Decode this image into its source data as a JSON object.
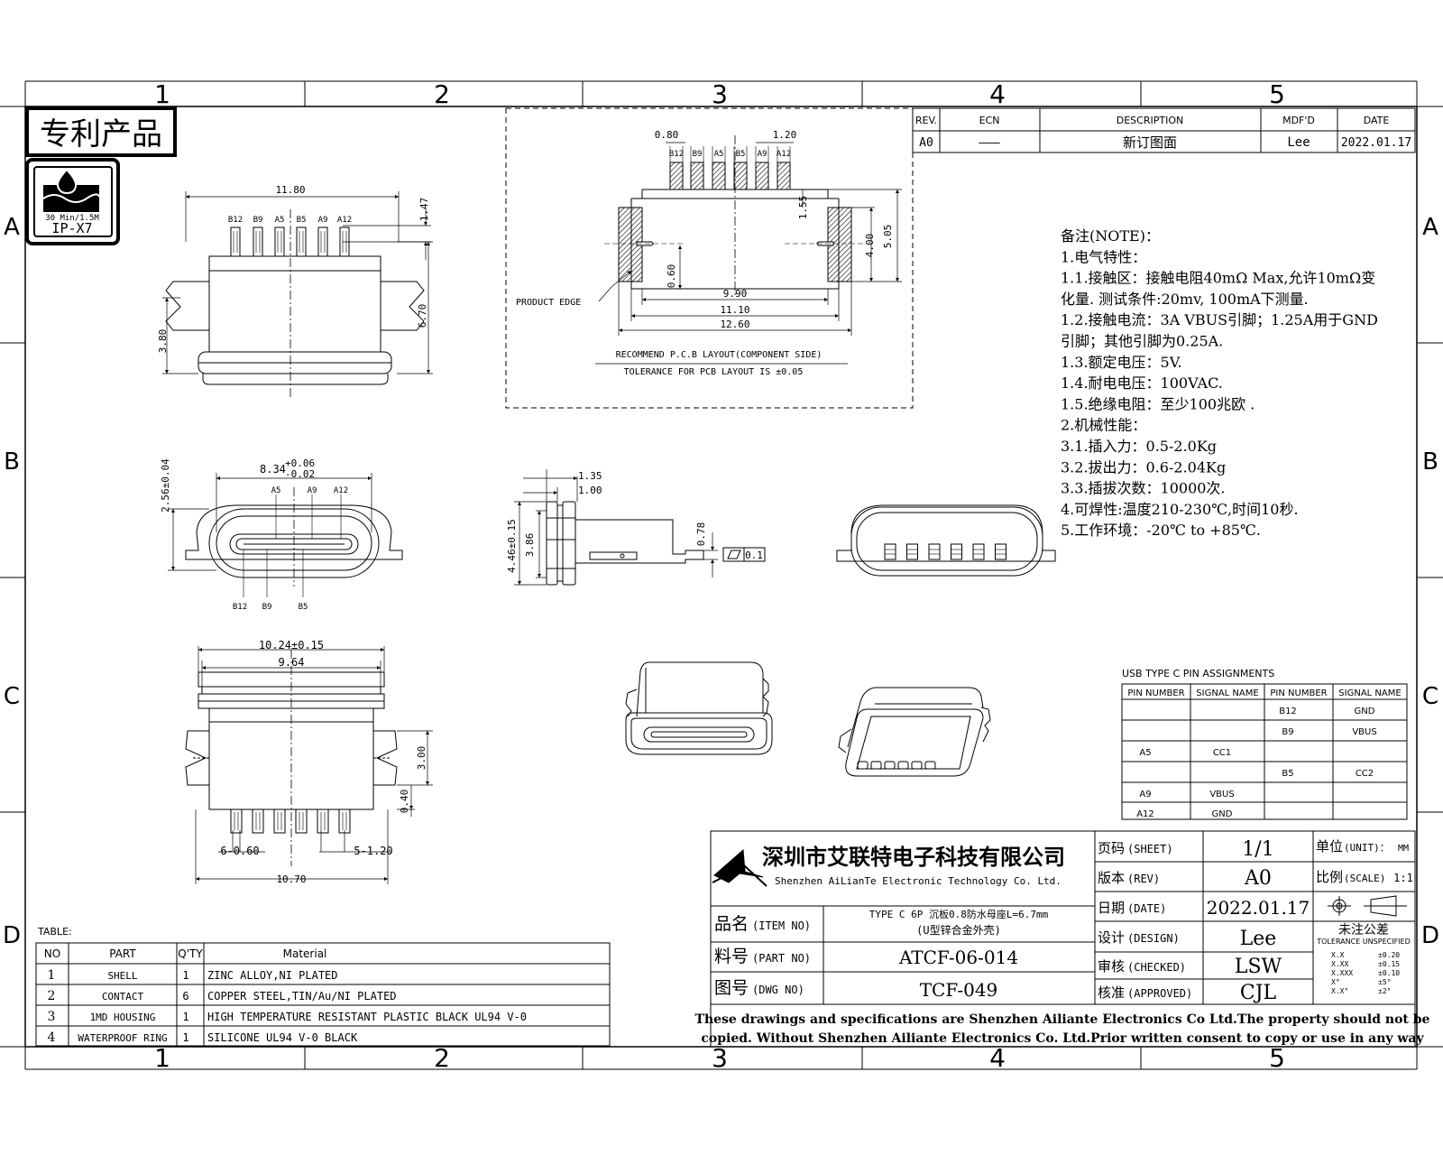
{
  "zones": {
    "cols": [
      "1",
      "2",
      "3",
      "4",
      "5"
    ],
    "rows": [
      "A",
      "B",
      "C",
      "D"
    ]
  },
  "patent_label": "专利产品",
  "ip_badge": {
    "depth": "30 Min/1.5M",
    "rating": "IP-X7"
  },
  "revision_table": {
    "headers": [
      "REV.",
      "ECN",
      "DESCRIPTION",
      "MDF'D",
      "DATE"
    ],
    "row": [
      "A0",
      "———",
      "新订图面",
      "Lee",
      "2022.01.17"
    ]
  },
  "top_view": {
    "dim_width": "11.80",
    "dim_pin_len": "1.47",
    "dim_body": "6.70",
    "dim_lock": "3.80",
    "pins": [
      "B12",
      "B9",
      "A5",
      "B5",
      "A9",
      "A12"
    ]
  },
  "pcb_layout": {
    "dim_080": "0.80",
    "dim_120": "1.20",
    "pins": [
      "B12",
      "B9",
      "A5",
      "B5",
      "A9",
      "A12"
    ],
    "dim_155": "1.55",
    "dim_400": "4.00",
    "dim_505": "5.05",
    "dim_060": "0.60",
    "dim_990": "9.90",
    "dim_1110": "11.10",
    "dim_1260": "12.60",
    "product_edge": "PRODUCT EDGE",
    "note1": "RECOMMEND P.C.B LAYOUT(COMPONENT SIDE)",
    "note2": "TOLERANCE FOR PCB LAYOUT IS ±0.05"
  },
  "front_view": {
    "dim_width": "8.34",
    "tol_plus": "+0.06",
    "tol_minus": "-0.02",
    "dim_height": "2.56±0.04",
    "top_pins": [
      "A5",
      "A9",
      "A12"
    ],
    "bottom_pins": [
      "B12",
      "B9",
      "B5"
    ]
  },
  "side_view": {
    "dim_135": "1.35",
    "dim_100": "1.00",
    "dim_446": "4.46±0.15",
    "dim_386": "3.86",
    "dim_078": "0.78",
    "flatness": "0.1"
  },
  "bottom_view": {
    "dim_1024": "10.24±0.15",
    "dim_964": "9.64",
    "dim_300": "3.00",
    "dim_040": "0.40",
    "dim_pitch_a": "6-0.60",
    "dim_pitch_b": "5-1.20",
    "dim_1070": "10.70"
  },
  "notes": [
    "备注(NOTE)：",
    "1.电气特性：",
    "1.1.接触区：接触电阻40mΩ Max,允许10mΩ变",
    "    化量. 测试条件:20mv, 100mA下测量.",
    "1.2.接触电流：3A VBUS引脚；1.25A用于GND",
    "  引脚；其他引脚为0.25A.",
    "1.3.额定电压：5V.",
    "1.4.耐电电压：100VAC.",
    "1.5.绝缘电阻：至少100兆欧 .",
    "2.机械性能：",
    "3.1.插入力：0.5-2.0Kg",
    "3.2.拔出力：0.6-2.04Kg",
    "3.3.插拔次数：10000次.",
    "4.可焊性:温度210-230℃,时间10秒.",
    "5.工作环境：-20℃ to +85℃."
  ],
  "pin_table": {
    "title": "USB TYPE C PIN ASSIGNMENTS",
    "headers": [
      "PIN NUMBER",
      "SIGNAL NAME",
      "PIN NUMBER",
      "SIGNAL NAME"
    ],
    "rows": [
      [
        "",
        "",
        "B12",
        "GND"
      ],
      [
        "",
        "",
        "B9",
        "VBUS"
      ],
      [
        "A5",
        "CC1",
        "",
        ""
      ],
      [
        "",
        "",
        "B5",
        "CC2"
      ],
      [
        "A9",
        "VBUS",
        "",
        ""
      ],
      [
        "A12",
        "GND",
        "",
        ""
      ]
    ]
  },
  "material_table": {
    "label": "TABLE:",
    "headers": [
      "NO",
      "PART",
      "Q'TY",
      "Material"
    ],
    "rows": [
      [
        "1",
        "SHELL",
        "1",
        "ZINC ALLOY,NI PLATED"
      ],
      [
        "2",
        "CONTACT",
        "6",
        "COPPER STEEL,TIN/Au/NI PLATED"
      ],
      [
        "3",
        "1MD HOUSING",
        "1",
        "HIGH TEMPERATURE RESISTANT PLASTIC BLACK UL94 V-0"
      ],
      [
        "4",
        "WATERPROOF RING",
        "1",
        "SILICONE UL94 V-0 BLACK"
      ]
    ]
  },
  "title_block": {
    "company_cn": "深圳市艾联特电子科技有限公司",
    "company_en": "Shenzhen AiLianTe Electronic Technology Co. Ltd.",
    "item_label": "品名",
    "item_label_en": "(ITEM NO)",
    "item_value_1": "TYPE C 6P 沉板0.8防水母座L=6.7mm",
    "item_value_2": "(U型锌合金外壳)",
    "part_label": "料号",
    "part_label_en": "(PART NO)",
    "part_value": "ATCF-06-014",
    "dwg_label": "图号",
    "dwg_label_en": "(DWG NO)",
    "dwg_value": "TCF-049",
    "sheet_label": "页码",
    "sheet_label_en": "(SHEET)",
    "sheet_value": "1/1",
    "rev_label": "版本",
    "rev_label_en": "(REV)",
    "rev_value": "A0",
    "date_label": "日期",
    "date_label_en": "(DATE)",
    "date_value": "2022.01.17",
    "design_label": "设计",
    "design_label_en": "(DESIGN)",
    "design_value": "Lee",
    "checked_label": "审核",
    "checked_label_en": "(CHECKED)",
    "checked_value": "LSW",
    "approved_label": "核准",
    "approved_label_en": "(APPROVED)",
    "approved_value": "CJL",
    "unit_label": "单位",
    "unit_label_en": "(UNIT)：",
    "unit_value": "MM",
    "scale_label": "比例",
    "scale_label_en": "(SCALE)",
    "scale_value": "1:1",
    "tol_title": "未注公差",
    "tol_sub": "TOLERANCE UNSPECIFIED",
    "tolerances": [
      [
        "X.X",
        "±0.20"
      ],
      [
        "X.XX",
        "±0.15"
      ],
      [
        "X.XXX",
        "±0.10"
      ],
      [
        "X°",
        "±5°"
      ],
      [
        "X.X°",
        "±2°"
      ]
    ],
    "disclaimer_1": "These drawings and specifications are Shenzhen Ailiante Electronics Co Ltd.The property should not be",
    "disclaimer_2": "copied. Without Shenzhen Ailiante Electronics Co. Ltd.Prior written consent to copy or use in any way"
  }
}
